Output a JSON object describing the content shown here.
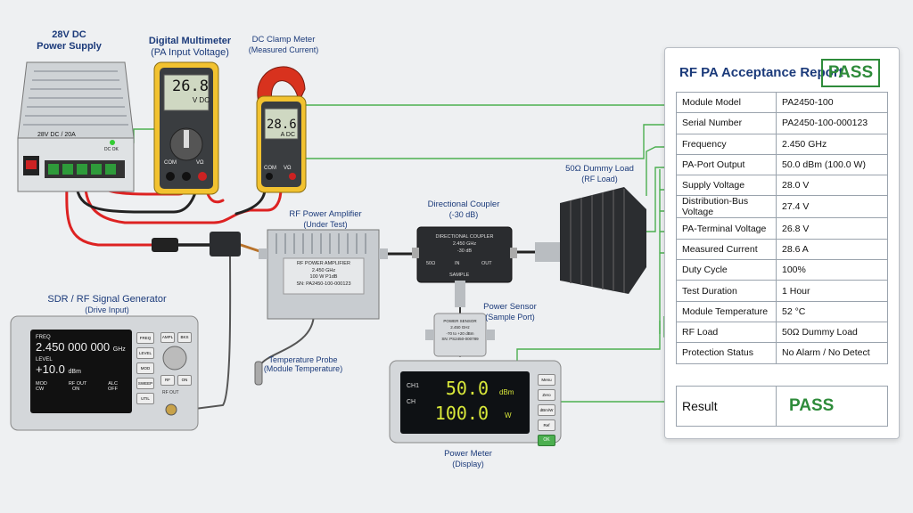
{
  "labels": {
    "power_supply": {
      "title": "28V DC",
      "sub": "Power Supply",
      "plate": "28V DC / 20A",
      "dc_ok": "DC OK"
    },
    "multimeter": {
      "title": "Digital Multimeter",
      "sub": "(PA Input Voltage)",
      "reading": "26.8",
      "unit": "V DC",
      "com": "COM",
      "vohm": "VΩ"
    },
    "clamp": {
      "title": "DC Clamp Meter",
      "sub": "(Measured Current)",
      "reading": "28.6",
      "unit": "A DC",
      "com": "COM",
      "vohm": "VΩ"
    },
    "amplifier": {
      "title": "RF Power Amplifier",
      "sub": "(Under Test)",
      "plate_line1": "RF POWER AMPLIFIER",
      "plate_line2": "2.450 GHz",
      "plate_line3": "100 W P1dB",
      "plate_line4": "SN: PA2450-100-000123"
    },
    "coupler": {
      "title": "Directional Coupler",
      "sub": "(-30 dB)",
      "plate_line1": "DIRECTIONAL COUPLER",
      "plate_line2": "2.450 GHz",
      "plate_line3": "-30 dB",
      "port_in_load": "50Ω",
      "port_in": "IN",
      "port_out": "OUT",
      "port_sample": "SAMPLE"
    },
    "dummy_load": {
      "title": "50Ω Dummy Load",
      "sub": "(RF Load)"
    },
    "sensor": {
      "title": "Power Sensor",
      "sub": "(Sample Port)",
      "plate_line1": "POWER SENSOR",
      "plate_line2": "2.450 GHz",
      "plate_line3": "-70 to +20 dBm",
      "plate_line4": "SN: PS2450-000789"
    },
    "probe": {
      "title": "Temperature Probe",
      "sub": "(Module Temperature)"
    },
    "siggen": {
      "title": "SDR / RF Signal Generator",
      "sub": "(Drive Input)",
      "freq_label": "FREQ",
      "freq_value": "2.450 000 000",
      "freq_unit": "GHz",
      "level_label": "LEVEL",
      "level_value": "+10.0",
      "level_unit": "dBm",
      "mod_label": "MOD",
      "mod_value": "CW",
      "rfout_label": "RF OUT",
      "rfout_value": "ON",
      "alc_label": "ALC",
      "alc_value": "OFF",
      "buttons": [
        "FREQ",
        "LEVEL",
        "MOD",
        "SWEEP",
        "UTIL"
      ],
      "btn_ampl": "AMPL",
      "btn_bkl": "BKS",
      "btn_rf": "RF",
      "btn_on": "ON",
      "rf_out": "RF OUT"
    },
    "power_meter": {
      "title": "Power Meter",
      "sub": "(Display)",
      "ch1": "CH1",
      "ch1_value": "50.0",
      "ch1_unit": "dBm",
      "ch2": "CH",
      "ch2_value": "100.0",
      "ch2_unit": "W",
      "buttons": [
        "Menu",
        "Zero",
        "dBm/W",
        "Ref",
        "OK"
      ]
    }
  },
  "report": {
    "title": "RF PA Acceptance Report",
    "badge": "PASS",
    "rows": [
      {
        "k": "Module Model",
        "v": "PA2450-100"
      },
      {
        "k": "Serial Number",
        "v": "PA2450-100-000123"
      },
      {
        "k": "Frequency",
        "v": "2.450 GHz"
      },
      {
        "k": "PA-Port Output",
        "v": "50.0 dBm (100.0 W)"
      },
      {
        "k": "Supply Voltage",
        "v": "28.0 V"
      },
      {
        "k": "Distribution-Bus Voltage",
        "v": "27.4 V"
      },
      {
        "k": "PA-Terminal Voltage",
        "v": "26.8 V"
      },
      {
        "k": "Measured Current",
        "v": "28.6 A"
      },
      {
        "k": "Duty Cycle",
        "v": "100%"
      },
      {
        "k": "Test Duration",
        "v": "1 Hour"
      },
      {
        "k": "Module Temperature",
        "v": "52 °C"
      },
      {
        "k": "RF Load",
        "v": "50Ω  Dummy Load"
      },
      {
        "k": "Protection Status",
        "v": "No Alarm / No Detect"
      }
    ],
    "result_label": "Result",
    "result_value": "PASS"
  },
  "colors": {
    "accent": "#1b3a7a",
    "pass": "#2e8b3a",
    "wire_green": "#4caf50",
    "wire_red": "#d22",
    "wire_black": "#222",
    "meter_yellow": "#f2c230",
    "clamp_red": "#d8321e"
  }
}
